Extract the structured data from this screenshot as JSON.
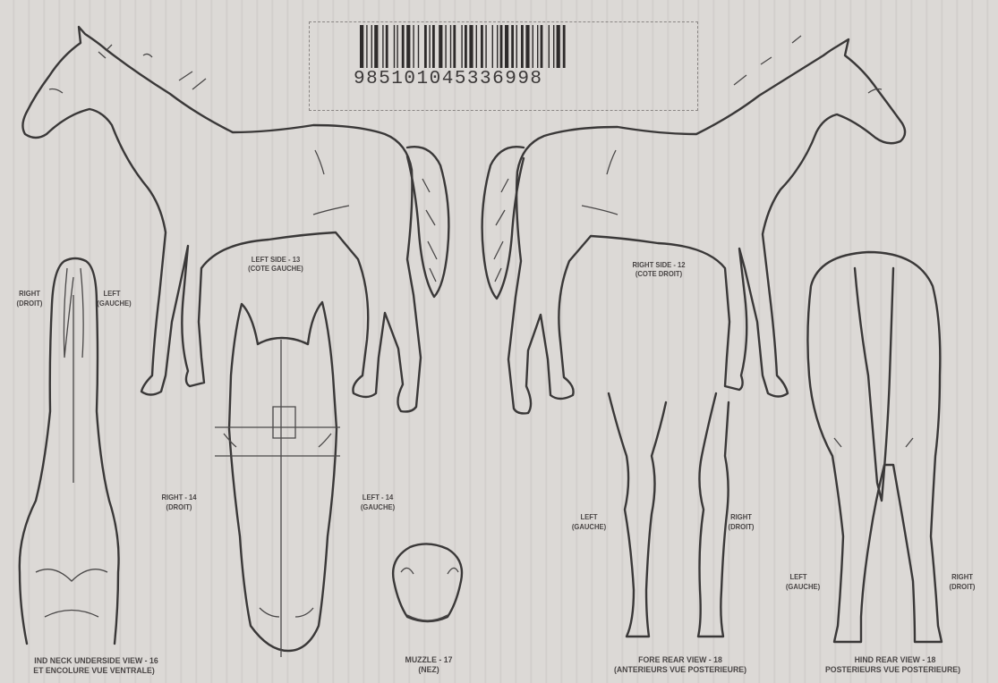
{
  "barcode": {
    "number": "985101045336998"
  },
  "left_side": {
    "title": "LEFT SIDE - 13",
    "subtitle": "(COTE GAUCHE)"
  },
  "right_side": {
    "title": "RIGHT SIDE - 12",
    "subtitle": "(COTE DROIT)"
  },
  "neck_view": {
    "right_label": "RIGHT",
    "right_sub": "(DROIT)",
    "left_label": "LEFT",
    "left_sub": "(GAUCHE)",
    "caption_line1": "IND NECK UNDERSIDE VIEW - 16",
    "caption_line2": "ET ENCOLURE VUE VENTRALE)"
  },
  "head_view": {
    "right_label": "RIGHT - 14",
    "right_sub": "(DROIT)",
    "left_label": "LEFT - 14",
    "left_sub": "(GAUCHE)"
  },
  "muzzle": {
    "caption_line1": "MUZZLE - 17",
    "caption_line2": "(NEZ)"
  },
  "fore_rear": {
    "left_label": "LEFT",
    "left_sub": "(GAUCHE)",
    "right_label": "RIGHT",
    "right_sub": "(DROIT)",
    "caption_line1": "FORE REAR VIEW - 18",
    "caption_line2": "(ANTERIEURS VUE POSTERIEURE)"
  },
  "hind_rear": {
    "left_label": "LEFT",
    "left_sub": "(GAUCHE)",
    "right_label": "RIGHT",
    "right_sub": "(DROIT)",
    "caption_line1": "HIND REAR VIEW - 18",
    "caption_line2": "POSTERIEURS VUE POSTERIEURE)"
  },
  "colors": {
    "paper": "#d8d5d2",
    "ink": "#3a3838"
  }
}
